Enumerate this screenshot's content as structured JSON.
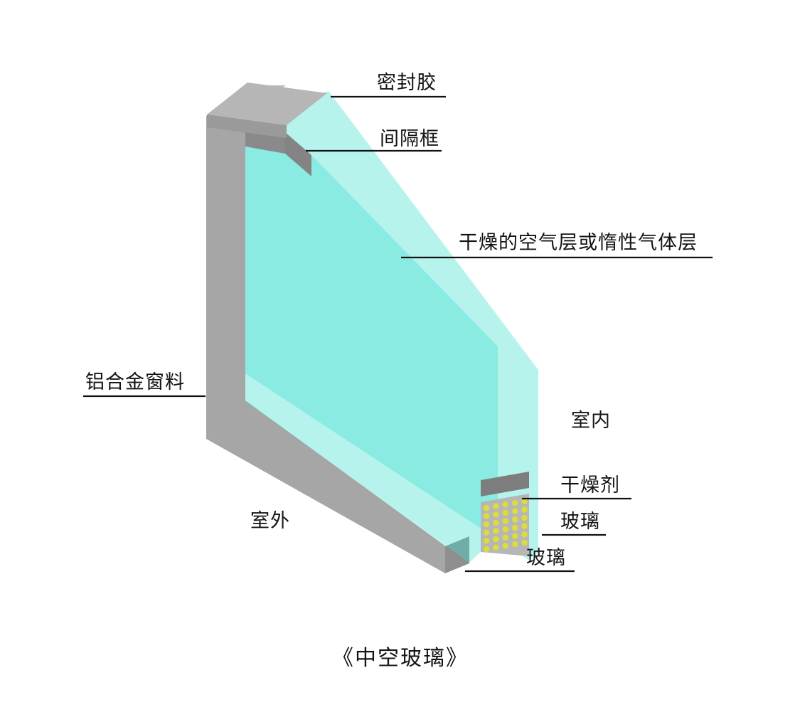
{
  "diagram": {
    "title": "《中空玻璃》",
    "labels": {
      "sealant": "密封胶",
      "spacer": "间隔框",
      "air_layer": "干燥的空气层或惰性气体层",
      "aluminum_frame": "铝合金窗料",
      "indoor": "室内",
      "desiccant": "干燥剂",
      "glass_inner": "玻璃",
      "glass_outer": "玻璃",
      "outdoor": "室外"
    },
    "colors": {
      "glass_teal": "#40E0D0",
      "frame_gray": "#a6a6a6",
      "frame_gray_light": "#bdbdbd",
      "spacer_dark_gray": "#868686",
      "desiccant_yellow": "#dcdc3a",
      "line_black": "#111111"
    },
    "desiccant_dots": {
      "rows": 6,
      "cols": 5
    }
  }
}
